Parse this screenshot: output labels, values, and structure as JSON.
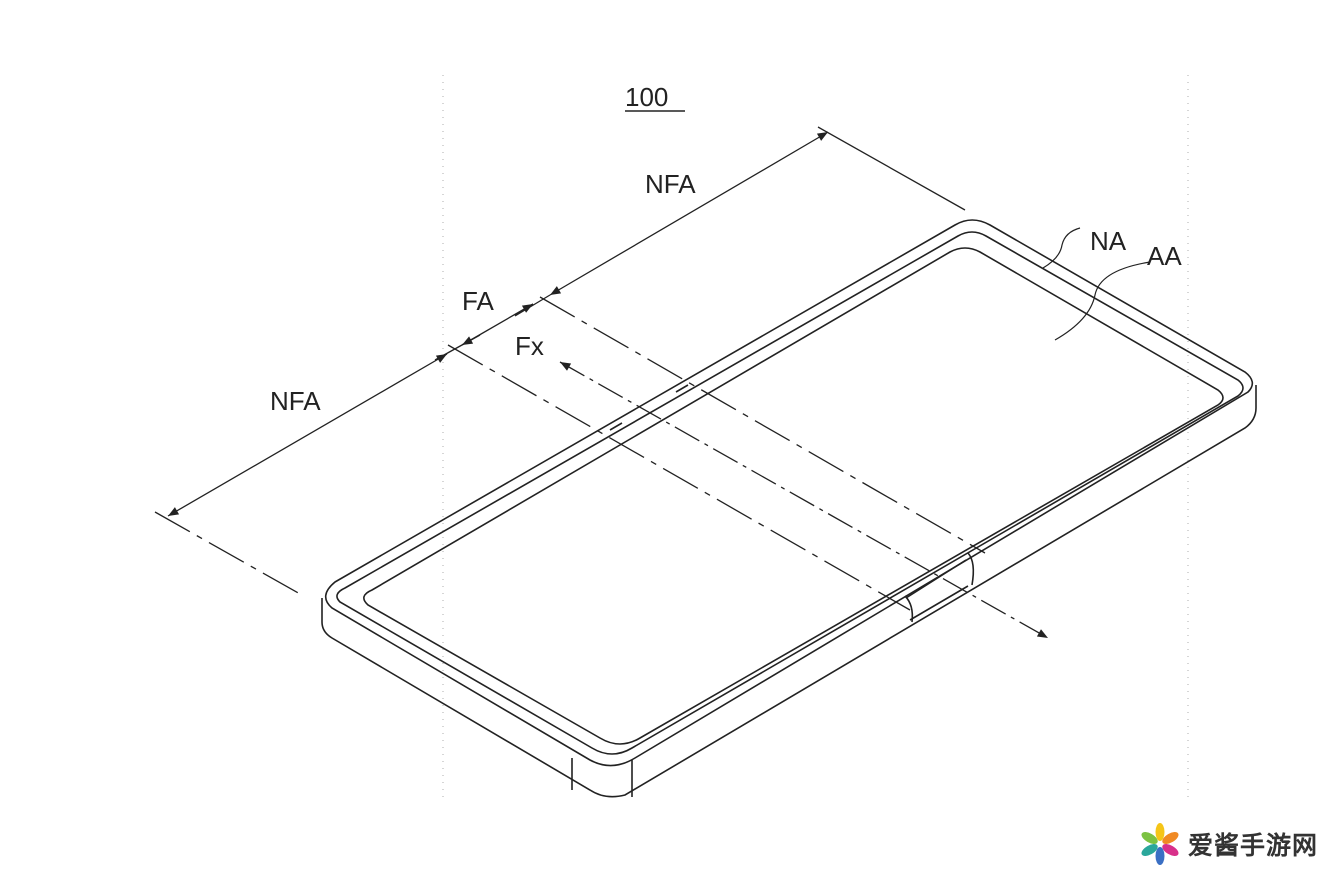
{
  "figure": {
    "reference_numeral": "100",
    "labels": {
      "nfa_top": "NFA",
      "nfa_bottom": "NFA",
      "fa": "FA",
      "fx": "Fx",
      "na": "NA",
      "aa": "AA"
    }
  },
  "watermark": {
    "text": "爱酱手游网",
    "petal_colors": [
      "#f5c518",
      "#f08a24",
      "#d8308a",
      "#3a6fc4",
      "#2aa79b",
      "#7cc242"
    ]
  }
}
